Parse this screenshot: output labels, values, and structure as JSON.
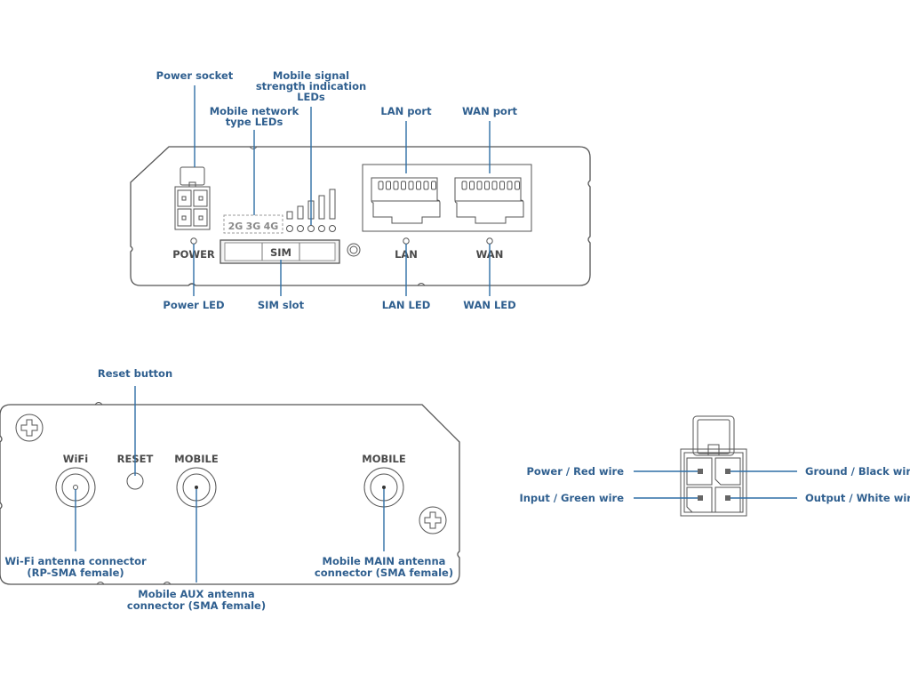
{
  "colors": {
    "label": "#2f5f8f",
    "leader_line": "#2f6fa6",
    "outline": "#555555",
    "panel_text": "#4a4a4a"
  },
  "front_panel": {
    "callouts_top": {
      "power_socket": "Power socket",
      "signal_leds_1": "Mobile signal",
      "signal_leds_2": "strength indication",
      "signal_leds_3": "LEDs",
      "network_type_1": "Mobile network",
      "network_type_2": "type LEDs",
      "lan_port": "LAN port",
      "wan_port": "WAN port"
    },
    "callouts_bottom": {
      "power_led": "Power LED",
      "sim_slot": "SIM slot",
      "lan_led": "LAN LED",
      "wan_led": "WAN LED"
    },
    "panel_text": {
      "power": "POWER",
      "sim": "SIM",
      "lan": "LAN",
      "wan": "WAN",
      "net_2g": "2G",
      "net_3g": "3G",
      "net_4g": "4G"
    }
  },
  "back_panel": {
    "callouts_top": {
      "reset_button": "Reset button"
    },
    "callouts_bottom": {
      "wifi_1": "Wi-Fi antenna connector",
      "wifi_2": "(RP-SMA female)",
      "aux_1": "Mobile AUX antenna",
      "aux_2": "connector (SMA female)",
      "main_1": "Mobile MAIN antenna",
      "main_2": "connector (SMA female)"
    },
    "panel_text": {
      "wifi": "WiFi",
      "reset": "RESET",
      "mobile_aux": "MOBILE",
      "mobile_main": "MOBILE"
    }
  },
  "power_connector_pinout": {
    "top_left": "Power / Red wire",
    "bottom_left": "Input / Green wire",
    "top_right": "Ground / Black wire",
    "bottom_right": "Output / White wire"
  }
}
